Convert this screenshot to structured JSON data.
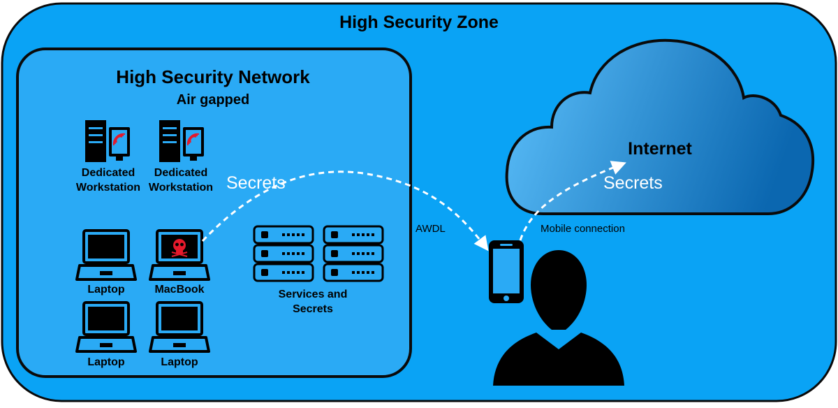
{
  "zone": {
    "title": "High Security Zone",
    "color": "#0aa3f5"
  },
  "network": {
    "title": "High Security Network",
    "subtitle": "Air gapped",
    "color": "#2aaaf5"
  },
  "workstations": [
    {
      "label": "Dedicated Workstation",
      "icon": "workstation-icon"
    },
    {
      "label": "Dedicated Workstation",
      "icon": "workstation-icon"
    }
  ],
  "laptops": [
    {
      "label": "Laptop",
      "icon": "laptop-icon",
      "compromised": false
    },
    {
      "label": "MacBook",
      "icon": "laptop-skull-icon",
      "compromised": true
    },
    {
      "label": "Laptop",
      "icon": "laptop-icon",
      "compromised": false
    },
    {
      "label": "Laptop",
      "icon": "laptop-icon",
      "compromised": false
    }
  ],
  "servers": {
    "label": "Services and Secrets",
    "icon": "server-rack-icon"
  },
  "internet": {
    "label": "Internet"
  },
  "flows": {
    "secrets_left": "Secrets",
    "secrets_right": "Secrets",
    "awdl": "AWDL",
    "mobile": "Mobile connection"
  },
  "icons": {
    "phone": "smartphone-icon",
    "person": "person-silhouette-icon",
    "cloud": "cloud-icon"
  }
}
